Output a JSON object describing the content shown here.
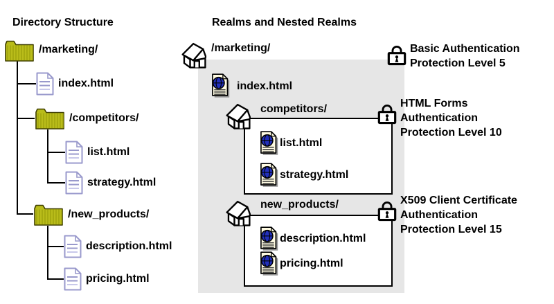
{
  "headings": {
    "left": "Directory Structure",
    "right": "Realms and Nested Realms"
  },
  "tree": {
    "root": "/marketing/",
    "index": "index.html",
    "competitors": "/competitors/",
    "list": "list.html",
    "strategy": "strategy.html",
    "new_products": "/new_products/",
    "description": "description.html",
    "pricing": "pricing.html"
  },
  "realms": {
    "root": {
      "label": "/marketing/",
      "file": "index.html",
      "auth_lines": [
        "Basic Authentication",
        "Protection Level 5"
      ]
    },
    "competitors": {
      "label": "competitors/",
      "files": [
        "list.html",
        "strategy.html"
      ],
      "auth_lines": [
        "HTML Forms",
        "Authentication",
        "Protection Level 10"
      ]
    },
    "new_products": {
      "label": "new_products/",
      "files": [
        "description.html",
        "pricing.html"
      ],
      "auth_lines": [
        "X509 Client Certificate",
        "Authentication",
        "Protection Level 15"
      ]
    }
  },
  "icons": {
    "folder": "folder-icon",
    "file": "document-icon",
    "web_file": "web-page-icon",
    "house": "realm-house-icon",
    "lock": "padlock-icon"
  },
  "colors": {
    "folder_fill": "#b9bc1a",
    "folder_stripe": "#a2a50e",
    "folder_outline": "#3f3f00",
    "file_outline": "#9999cc",
    "file_line_light": "#c8c8ea",
    "web_page_fill": "#fffbe2",
    "web_page_shadow": "#999999",
    "globe_fill": "#2230bb",
    "realm_bg": "#e6e6e6",
    "line_color": "#000000"
  }
}
